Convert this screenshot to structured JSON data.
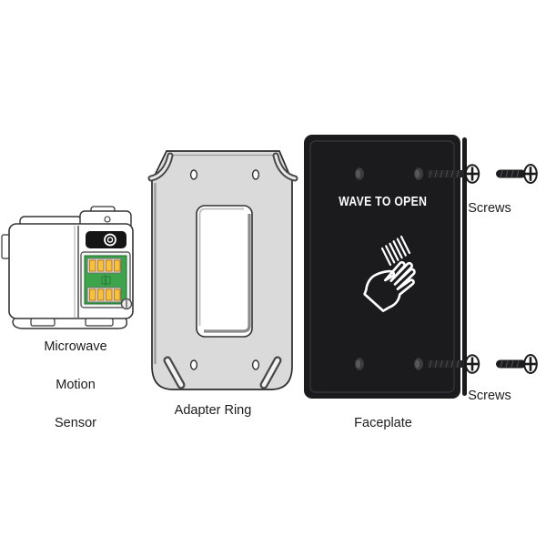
{
  "sensor": {
    "name_lines": [
      "Microwave",
      "Motion",
      "Sensor"
    ]
  },
  "adapter_ring": {
    "label": "Adapter Ring"
  },
  "faceplate": {
    "label": "Faceplate",
    "button_text": "WAVE TO OPEN"
  },
  "screws": {
    "top_label": "Screws",
    "bottom_label": "Screws"
  },
  "icons": {
    "hand": "wave-hand-icon",
    "motion": "motion-lines-icon",
    "screw_head": "phillips-screw-head-icon",
    "sensor_window": "sensor-lens-icon"
  },
  "colors": {
    "background": "#ffffff",
    "faceplate_fill": "#1b1b1d",
    "ring_fill": "#dadada",
    "pcb_green": "#3ea44c",
    "pad_yellow": "#f3c33f",
    "outline": "#2b2b2b",
    "label_text": "#1c1c1c",
    "button_text": "#ffffff"
  }
}
